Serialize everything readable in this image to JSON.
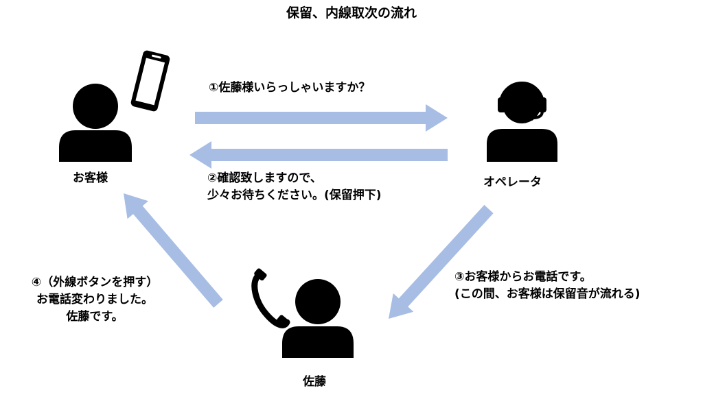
{
  "title": "保留、内線取次の流れ",
  "actors": {
    "customer": "お客様",
    "operator": "オペレータ",
    "sato": "佐藤"
  },
  "steps": {
    "step1": "①佐藤様いらっしゃいますか？",
    "step2": [
      "②確認致しますので、",
      "少々お待ちください。(保留押下)"
    ],
    "step3": [
      "③お客様からお電話です。",
      "(この間、お客様は保留音が流れる)"
    ],
    "step4": [
      "④（外線ボタンを押す）",
      "お電話変わりました。",
      "佐藤です。"
    ]
  },
  "colors": {
    "arrow": "#a7bde4",
    "icon": "#000000"
  }
}
